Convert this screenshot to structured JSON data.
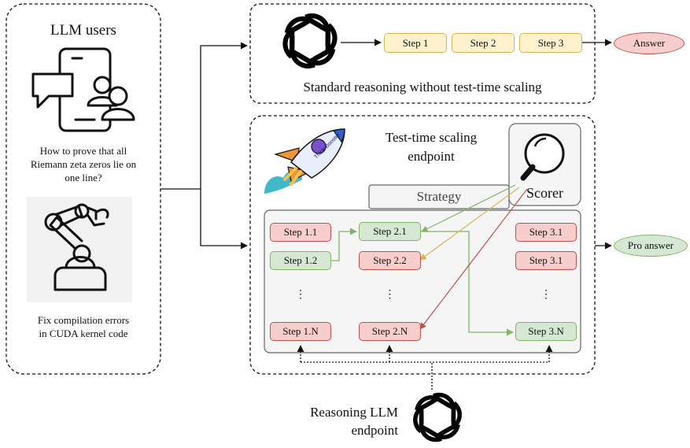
{
  "users": {
    "title": "LLM users",
    "question_1": "How to prove that all Riemann zeta zeros lie on one line?",
    "question_2": "Fix compilation errors in CUDA kernel code",
    "icon_1": "phone-chat-users-icon",
    "icon_2": "robot-arm-icon"
  },
  "standard": {
    "caption": "Standard reasoning without test-time scaling",
    "steps": [
      "Step 1",
      "Step 2",
      "Step 3"
    ],
    "answer": "Answer",
    "icon": "openai-logo-icon"
  },
  "tts": {
    "title": "Test-time scaling endpoint",
    "strategy": "Strategy",
    "scorer": "Scorer",
    "rocket_text": "Think Booster",
    "answer": "Pro answer",
    "col1": [
      "Step 1.1",
      "Step 1.2",
      "⋮",
      "Step 1.N"
    ],
    "col2": [
      "Step 2.1",
      "Step 2.2",
      "⋮",
      "Step 2.N"
    ],
    "col3": [
      "Step 3.1",
      "Step 3.1",
      "⋮",
      "Step 3.N"
    ]
  },
  "endpoint": {
    "label": "Reasoning LLM endpoint",
    "icon": "openai-logo-icon"
  },
  "colors": {
    "red_fill": "#f8cecc",
    "red_stroke": "#b85450",
    "green_fill": "#d5e8d4",
    "green_stroke": "#82b366",
    "yellow_fill": "#fff2cc",
    "yellow_stroke": "#d6b656",
    "arrow_green": "#82b366",
    "arrow_yellow": "#d6b656",
    "arrow_red": "#b85450"
  }
}
